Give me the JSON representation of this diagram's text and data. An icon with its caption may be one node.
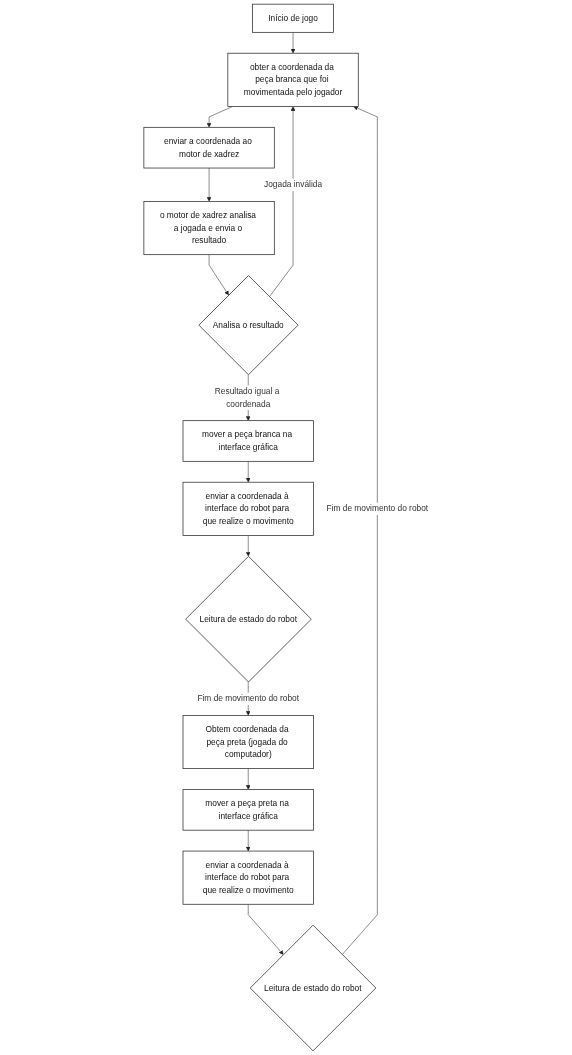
{
  "diagram": {
    "nodes": [
      {
        "text": [
          "Início de jogo"
        ]
      },
      {
        "text": [
          "obter a coordenada da peça branca que foi movimentada pelo jogador"
        ]
      },
      {
        "text": [
          "enviar a coordenada ao motor de xadrez"
        ]
      },
      {
        "text": [
          "o motor de xadrez analisa a jogada e envia o resultado"
        ]
      },
      {
        "text": [
          "Analisa o resultado"
        ]
      },
      {
        "text": [
          "mover a peça branca na interface gráfica"
        ]
      },
      {
        "text": [
          "enviar a coordenada à interface do robot para que realize o movimento"
        ]
      },
      {
        "text": [
          "Leitura de estado do robot"
        ]
      },
      {
        "text": [
          "Obtem coordenada da peça preta (jogada do computador)"
        ]
      },
      {
        "text": [
          "mover a peça preta na interface gráfica"
        ]
      },
      {
        "text": [
          "enviar a coordenada à interface do robot para que realize o movimento"
        ]
      },
      {
        "text": [
          "Leitura de estado do robot"
        ]
      }
    ],
    "edges": [
      {
        "from": 0,
        "to": 1,
        "arrow": "to"
      },
      {
        "from": 1,
        "to": 2,
        "arrow": "to"
      },
      {
        "from": 2,
        "to": 3,
        "arrow": "to"
      },
      {
        "from": 3,
        "to": 4,
        "arrow": "to"
      },
      {
        "from": 4,
        "to": 1,
        "arrow": "to",
        "label": "Jogada inválida"
      },
      {
        "from": 4,
        "to": 5,
        "arrow": "to",
        "label": "Resultado igual a coordenada"
      },
      {
        "from": 5,
        "to": 6,
        "arrow": "to"
      },
      {
        "from": 6,
        "to": 7,
        "arrow": "to"
      },
      {
        "from": 7,
        "to": 8,
        "arrow": "to",
        "label": "Fim de movimento do robot"
      },
      {
        "from": 8,
        "to": 9,
        "arrow": "to"
      },
      {
        "from": 9,
        "to": 10,
        "arrow": "to"
      },
      {
        "from": 10,
        "to": 11,
        "arrow": "to"
      },
      {
        "from": 11,
        "to": 1,
        "arrow": "to",
        "label": "Fim de movimento do robot"
      }
    ]
  }
}
